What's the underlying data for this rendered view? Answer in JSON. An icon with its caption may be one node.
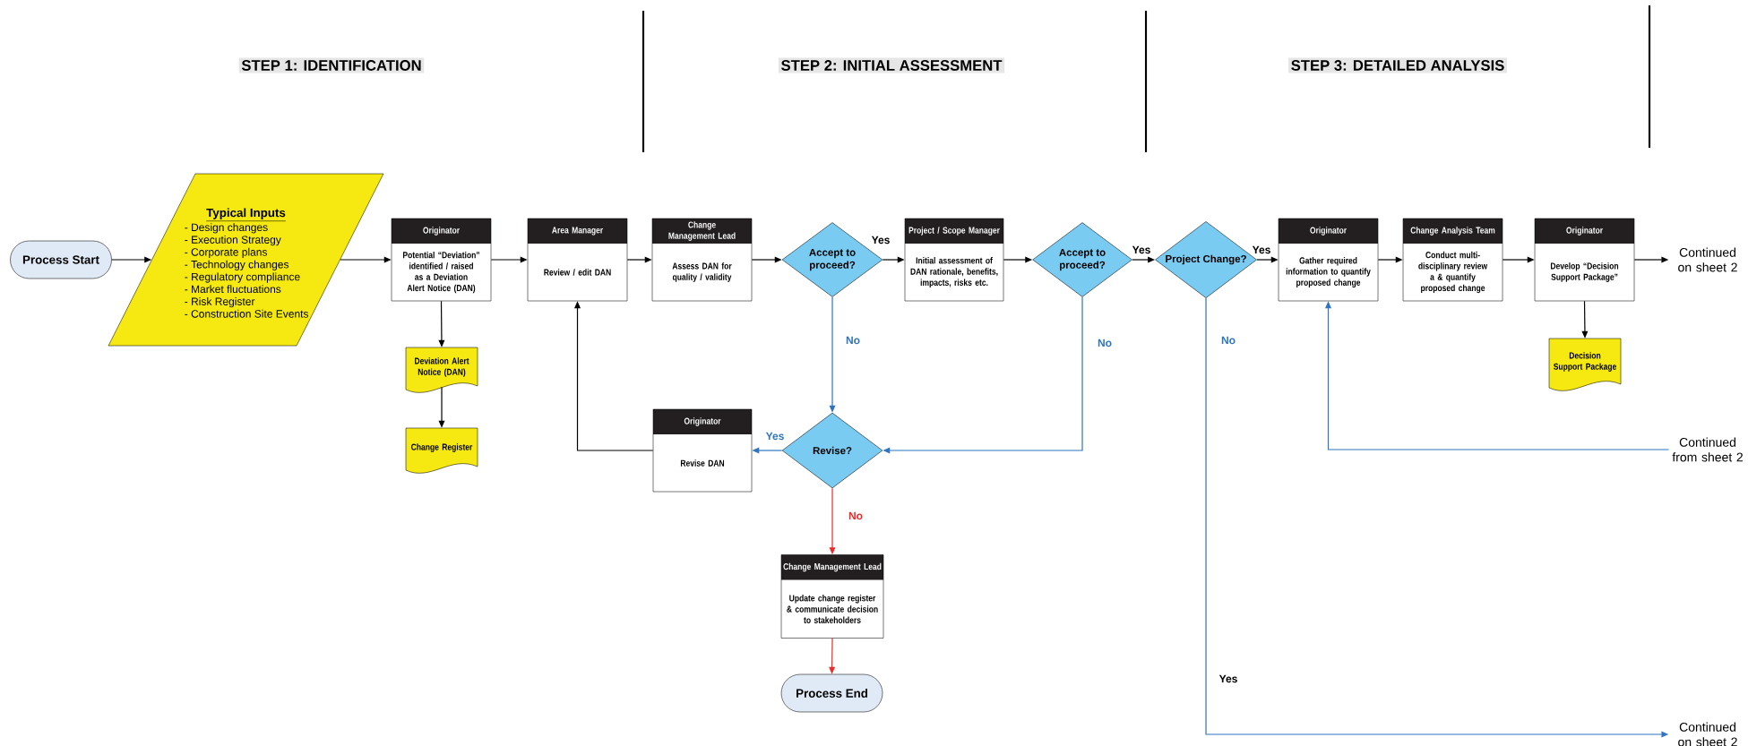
{
  "diagram": {
    "nodes": [
      {
        "text": [
          "Process Start"
        ]
      },
      {
        "text": [
          "Typical Inputs",
          "- Design changes",
          "- Execution Strategy",
          "- Corporate plans",
          "- Technology changes",
          "- Regulatory compliance",
          "- Market fluctuations",
          "- Risk Register",
          "- Construction Site Events"
        ]
      },
      {
        "text": [
          "Originator",
          "Potential “Deviation” identified / raised as a Deviation Alert Notice (DAN)"
        ]
      },
      {
        "text": [
          "Deviation Alert Notice (DAN)"
        ]
      },
      {
        "text": [
          "Change Register"
        ]
      },
      {
        "text": [
          "Area Manager",
          "Review / edit DAN"
        ]
      },
      {
        "text": [
          "Change Management Lead",
          "Assess DAN for quality / validity"
        ]
      },
      {
        "text": [
          "Accept to proceed?"
        ]
      },
      {
        "text": [
          "Project / Scope Manager",
          "Initial assessment of DAN rationale, benefits, impacts, risks etc."
        ]
      },
      {
        "text": [
          "Accept to proceed?"
        ]
      },
      {
        "text": [
          "Project Change?"
        ]
      },
      {
        "text": [
          "Originator",
          "Gather required information to quantify proposed change"
        ]
      },
      {
        "text": [
          "Change Analysis Team",
          "Conduct multi-disciplinary review a & quantify proposed change"
        ]
      },
      {
        "text": [
          "Originator",
          "Develop “Decision Support Package”"
        ]
      },
      {
        "text": [
          "Continued on sheet 2"
        ]
      },
      {
        "text": [
          "Decision Support Package"
        ]
      },
      {
        "text": [
          "Continued from sheet 2"
        ]
      },
      {
        "text": [
          "Originator",
          "Revise DAN"
        ]
      },
      {
        "text": [
          "Revise?"
        ]
      },
      {
        "text": [
          "Change Management Lead",
          "Update change register & communicate decision to stakeholders"
        ]
      },
      {
        "text": [
          "Process End"
        ]
      },
      {
        "text": [
          "Continued on sheet 2"
        ]
      }
    ],
    "edges": [
      {
        "from": 0,
        "to": 1,
        "arrow": "to"
      },
      {
        "from": 1,
        "to": 2,
        "arrow": "to"
      },
      {
        "from": 2,
        "to": 5,
        "arrow": "to"
      },
      {
        "from": 2,
        "to": 3,
        "arrow": "to"
      },
      {
        "from": 3,
        "to": 4,
        "arrow": "to"
      },
      {
        "from": 5,
        "to": 6,
        "arrow": "to"
      },
      {
        "from": 6,
        "to": 7,
        "arrow": "to"
      },
      {
        "from": 7,
        "to": 8,
        "label": "Yes",
        "arrow": "to"
      },
      {
        "from": 7,
        "to": 18,
        "label": "No",
        "arrow": "to",
        "color": "#2e75c0"
      },
      {
        "from": 8,
        "to": 9,
        "arrow": "to"
      },
      {
        "from": 9,
        "to": 10,
        "label": "Yes",
        "arrow": "to"
      },
      {
        "from": 9,
        "to": 18,
        "label": "No",
        "arrow": "to",
        "color": "#2e75c0"
      },
      {
        "from": 18,
        "to": 17,
        "label": "Yes",
        "arrow": "to",
        "color": "#2e75c0"
      },
      {
        "from": 17,
        "to": 5,
        "arrow": "to"
      },
      {
        "from": 18,
        "to": 19,
        "label": "No",
        "arrow": "to",
        "color": "#ee2a2a"
      },
      {
        "from": 19,
        "to": 20,
        "arrow": "to",
        "color": "#ee2a2a"
      },
      {
        "from": 10,
        "to": 11,
        "label": "Yes",
        "arrow": "to"
      },
      {
        "from": 11,
        "to": 12,
        "arrow": "to"
      },
      {
        "from": 12,
        "to": 13,
        "arrow": "to"
      },
      {
        "from": 13,
        "to": 14,
        "arrow": "to"
      },
      {
        "from": 13,
        "to": 15,
        "arrow": "to"
      },
      {
        "from": 16,
        "to": 11,
        "arrow": "to",
        "color": "#2e75c0"
      },
      {
        "from": 10,
        "to": 21,
        "label": "No",
        "arrow": "to",
        "color": "#2e75c0"
      }
    ],
    "labels": [
      "STEP 1: IDENTIFICATION",
      "STEP 2: INITIAL ASSESSMENT",
      "STEP 3: DETAILED ANALYSIS",
      "Yes"
    ]
  }
}
